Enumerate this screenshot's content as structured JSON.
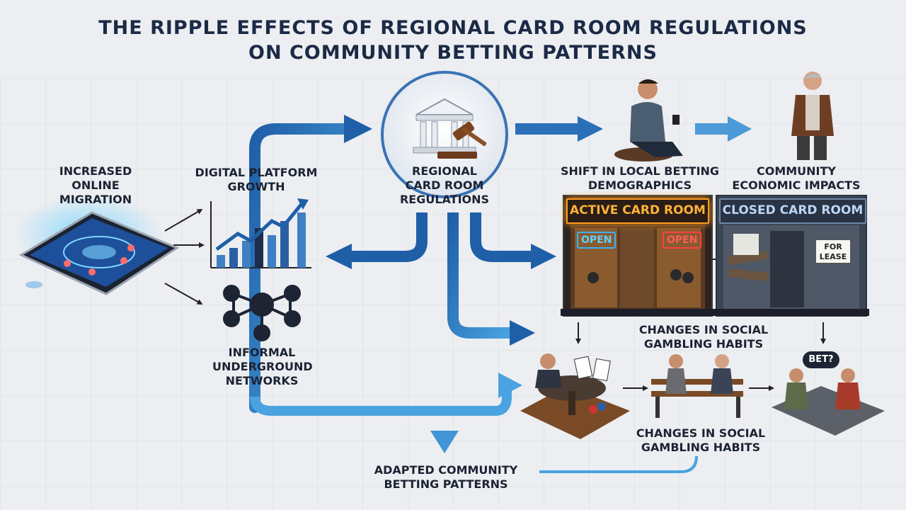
{
  "title": {
    "line1": "The Ripple Effects of Regional Card Room Regulations",
    "line2": "on Community Betting Patterns"
  },
  "nodes": {
    "center": "Regional Card Room Regulations",
    "online": "Increased Online Migration",
    "digital": "Digital Platform Growth",
    "underground": "Informal Underground Networks",
    "demographics": "Shift in Local Betting Demographics",
    "economic": "Community Economic Impacts",
    "social_top": "Changes in Social Gambling Habits",
    "social_bottom": "Changes in Social Gambling Habits",
    "adapted": "Adapted Community Betting Patterns"
  },
  "signs": {
    "active": "Active Card Room",
    "closed": "Closed Card Room",
    "open_left": "OPEN",
    "open_right": "OPEN",
    "lease": "FOR LEASE",
    "bet": "BET?"
  },
  "icons": [
    "courthouse-gavel-icon",
    "tablet-icon",
    "growth-chart-icon",
    "network-nodes-icon",
    "person-phone-icon",
    "older-man-icon",
    "card-table-icon",
    "park-bench-icon",
    "sidewalk-players-icon"
  ],
  "colors": {
    "arrow_dark": "#1f5fa8",
    "arrow_light": "#3f95d6",
    "title": "#1b2a45",
    "active_sign": "#ffb238",
    "closed_sign": "#bcd6f5"
  }
}
